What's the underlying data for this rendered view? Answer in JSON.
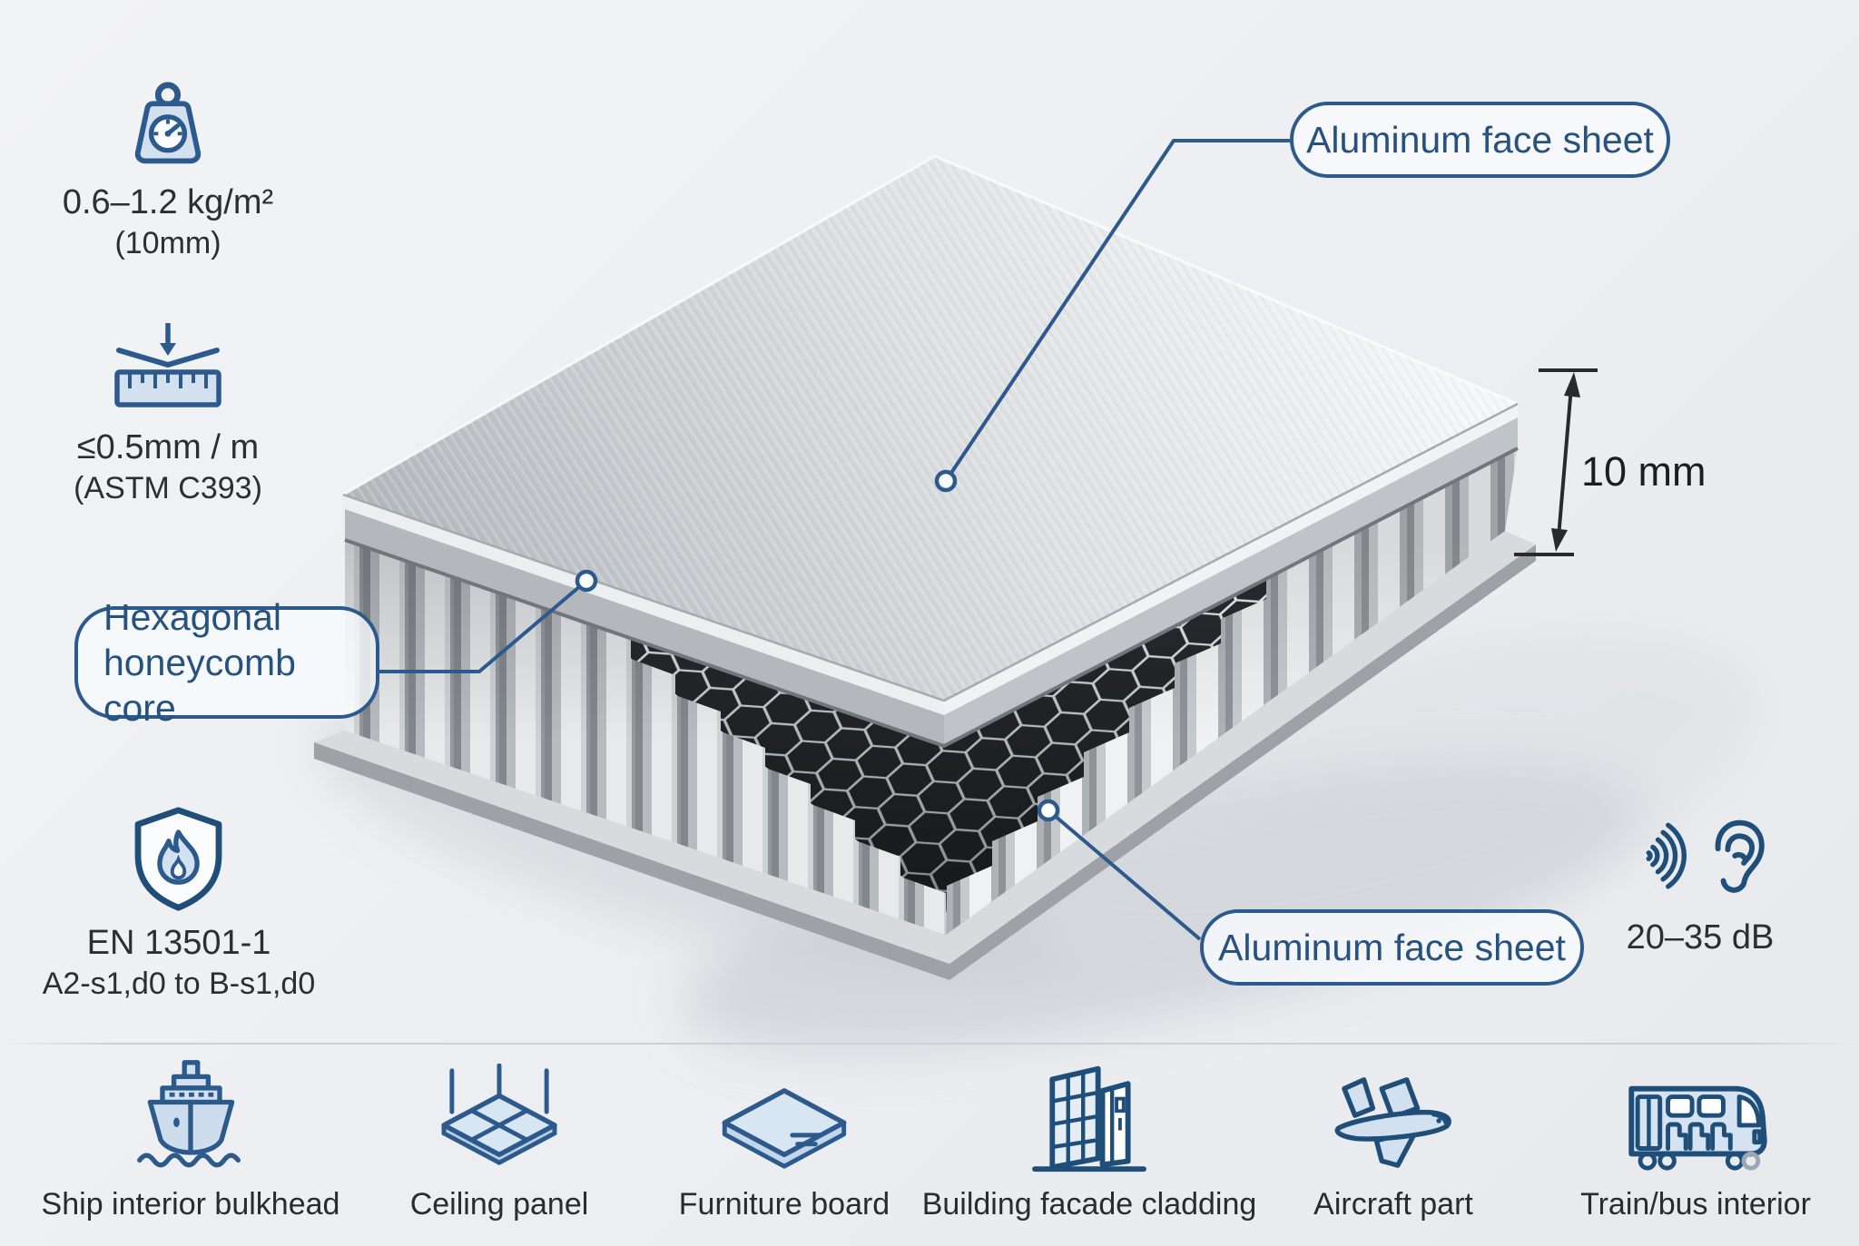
{
  "callouts": {
    "top_face": "Aluminum face sheet",
    "bottom_face": "Aluminum face sheet",
    "core_line1": "Hexagonal",
    "core_line2": "honeycomb core"
  },
  "dimension_label": "10 mm",
  "stats": {
    "weight": {
      "icon": "weight-scale-icon",
      "line1": "0.6–1.2 kg/m²",
      "line2": "(10mm)"
    },
    "flatness": {
      "icon": "flatness-ruler-icon",
      "line1": "≤0.5mm / m",
      "line2": "(ASTM C393)"
    },
    "fire": {
      "icon": "fire-shield-icon",
      "line1": "EN 13501-1",
      "line2": "A2-s1,d0 to B-s1,d0"
    },
    "acoustic": {
      "icon": "sound-ear-icon",
      "line1": "20–35 dB"
    }
  },
  "applications": [
    {
      "icon": "ship-icon",
      "label": "Ship interior bulkhead"
    },
    {
      "icon": "ceiling-panel-icon",
      "label": "Ceiling panel"
    },
    {
      "icon": "furniture-board-icon",
      "label": "Furniture board"
    },
    {
      "icon": "building-facade-icon",
      "label": "Building facade cladding"
    },
    {
      "icon": "aircraft-icon",
      "label": "Aircraft part"
    },
    {
      "icon": "train-bus-icon",
      "label": "Train/bus interior"
    }
  ],
  "colors": {
    "accent": "#2d5a8c",
    "callout_text": "#27517e",
    "icon_fill": "#d2e0f0",
    "text_dark": "#2d2e31",
    "honeycomb_dark": "#26292c",
    "divider": "#cdd0d5",
    "background": "#edeff2"
  }
}
